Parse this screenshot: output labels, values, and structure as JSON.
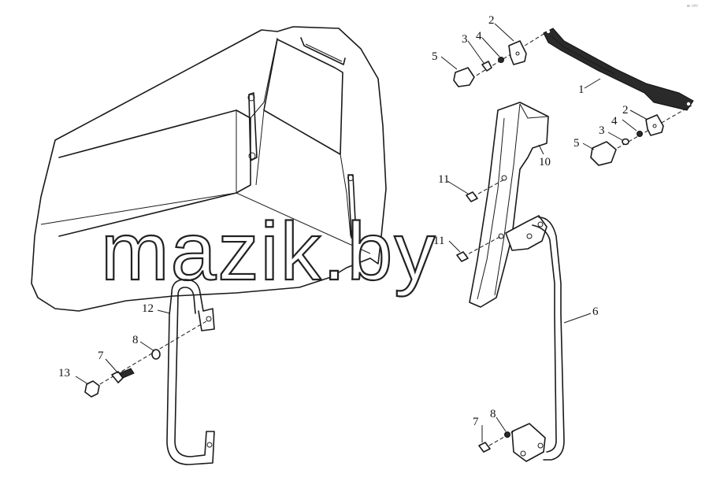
{
  "watermark": {
    "text": "mazik.by"
  },
  "corner_mark": {
    "text": "ᵃⁿ ⁹⁹⁹"
  },
  "callouts": {
    "c1": "1",
    "c2a": "2",
    "c2b": "2",
    "c3a": "3",
    "c3b": "3",
    "c4a": "4",
    "c4b": "4",
    "c5a": "5",
    "c5b": "5",
    "c6": "6",
    "c7a": "7",
    "c7b": "7",
    "c8a": "8",
    "c8b": "8",
    "c10": "10",
    "c11a": "11",
    "c11b": "11",
    "c12": "12",
    "c13": "13"
  }
}
